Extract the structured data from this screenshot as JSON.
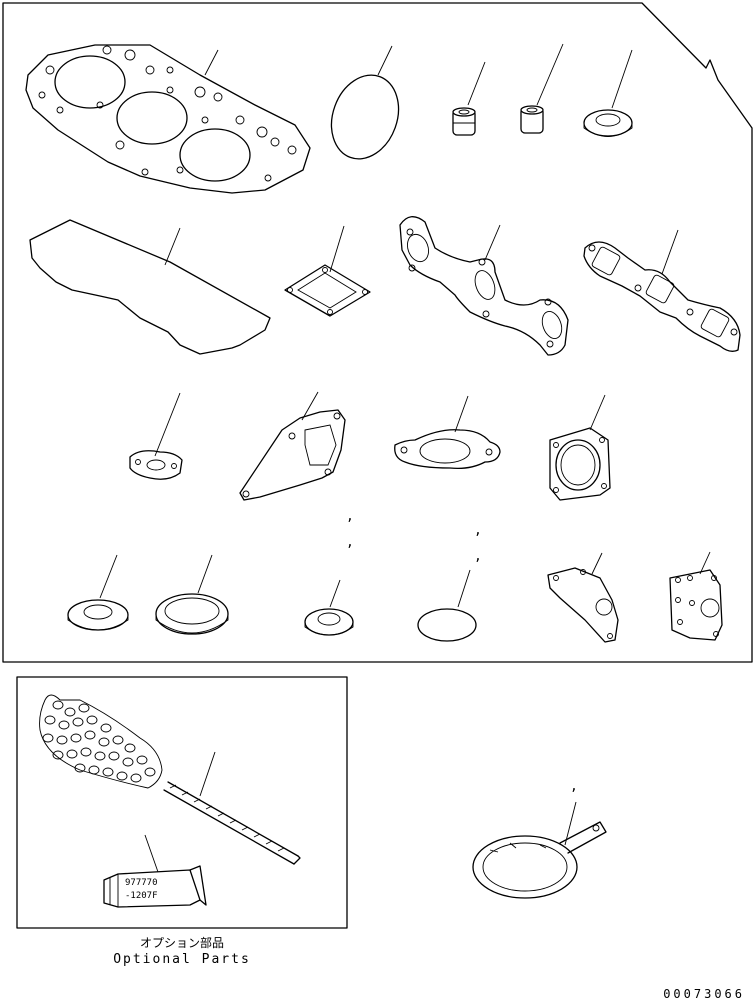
{
  "optional_box": {
    "caption_jp": "オプション部品",
    "caption_en": "Optional Parts",
    "tube_label_line1": "977770",
    "tube_label_line2": "-1207F"
  },
  "ticks": [
    ",",
    ",",
    ",",
    ",",
    ","
  ],
  "drawing_number": "00073066"
}
